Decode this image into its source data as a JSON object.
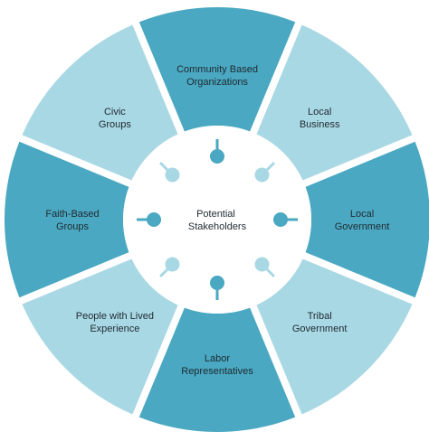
{
  "diagram": {
    "center": {
      "label_lines": [
        "Potential",
        "Stakeholders"
      ]
    },
    "segments": [
      {
        "key": "community-based-organizations",
        "label_lines": [
          "Community Based",
          "Organizations"
        ],
        "tone": "dark"
      },
      {
        "key": "local-business",
        "label_lines": [
          "Local",
          "Business"
        ],
        "tone": "light"
      },
      {
        "key": "local-government",
        "label_lines": [
          "Local",
          "Government"
        ],
        "tone": "dark"
      },
      {
        "key": "tribal-government",
        "label_lines": [
          "Tribal",
          "Government"
        ],
        "tone": "light"
      },
      {
        "key": "labor-representatives",
        "label_lines": [
          "Labor",
          "Representatives"
        ],
        "tone": "dark"
      },
      {
        "key": "people-with-lived-experience",
        "label_lines": [
          "People with Lived",
          "Experience"
        ],
        "tone": "light"
      },
      {
        "key": "faith-based-groups",
        "label_lines": [
          "Faith-Based",
          "Groups"
        ],
        "tone": "dark"
      },
      {
        "key": "civic-groups",
        "label_lines": [
          "Civic",
          "Groups"
        ],
        "tone": "light"
      }
    ],
    "colors": {
      "dark": "#4aa8c2",
      "light": "#a9d8e5",
      "gap": "#ffffff",
      "hub": "#ffffff",
      "text": "#1f2a30"
    },
    "hub_icons": [
      "pin-icon",
      "pin-icon",
      "pin-icon",
      "pin-icon",
      "pin-icon",
      "pin-icon",
      "pin-icon",
      "pin-icon"
    ]
  }
}
